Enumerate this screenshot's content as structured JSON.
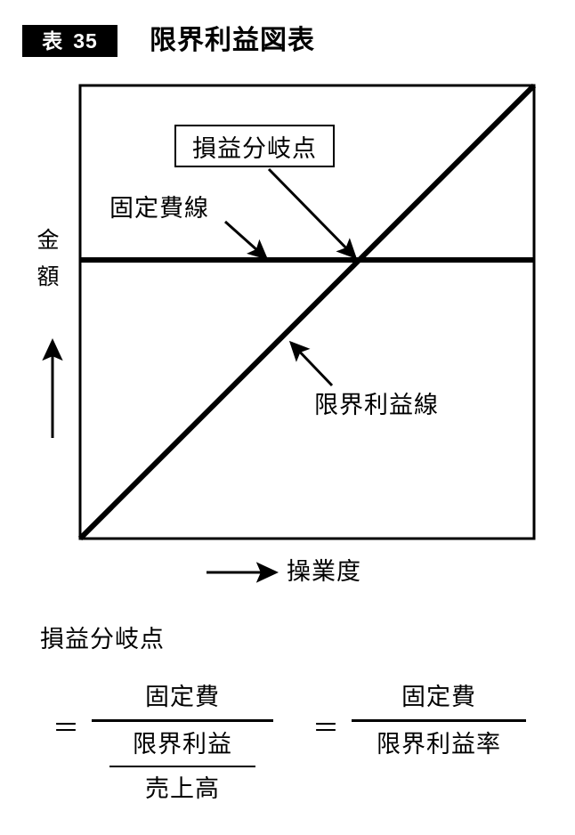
{
  "header": {
    "badge_label": "表",
    "badge_number": "35",
    "title": "限界利益図表"
  },
  "chart": {
    "type": "break-even-diagram",
    "y_axis_label": "金額",
    "x_axis_label": "操業度",
    "callout_breakeven": "損益分岐点",
    "label_fixed_cost_line": "固定費線",
    "label_marginal_profit_line": "限界利益線"
  },
  "formula": {
    "heading": "損益分岐点",
    "equals_1": "＝",
    "equals_2": "＝",
    "expr1_numerator": "固定費",
    "expr1_denominator_numerator": "限界利益",
    "expr1_denominator_denominator": "売上高",
    "expr2_numerator": "固定費",
    "expr2_denominator": "限界利益率"
  },
  "chart_data": {
    "type": "line",
    "title": "限界利益図表",
    "xlabel": "操業度",
    "ylabel": "金額",
    "xlim": [
      0,
      100
    ],
    "ylim": [
      0,
      100
    ],
    "grid": false,
    "legend": "none",
    "series": [
      {
        "name": "固定費線",
        "x": [
          0,
          100
        ],
        "values": [
          60,
          60
        ],
        "style": "horizontal"
      },
      {
        "name": "限界利益線",
        "x": [
          0,
          100
        ],
        "values": [
          0,
          100
        ],
        "style": "diagonal"
      }
    ],
    "annotations": [
      {
        "text": "損益分岐点",
        "x": 60,
        "y": 60,
        "kind": "boxed-callout"
      },
      {
        "text": "固定費線",
        "x": 41,
        "y": 60,
        "kind": "arrow-label"
      },
      {
        "text": "限界利益線",
        "x": 46,
        "y": 45,
        "kind": "arrow-label"
      }
    ]
  },
  "colors": {
    "ink": "#000000",
    "paper": "#ffffff",
    "badge_bg": "#000000",
    "badge_fg": "#ffffff"
  }
}
